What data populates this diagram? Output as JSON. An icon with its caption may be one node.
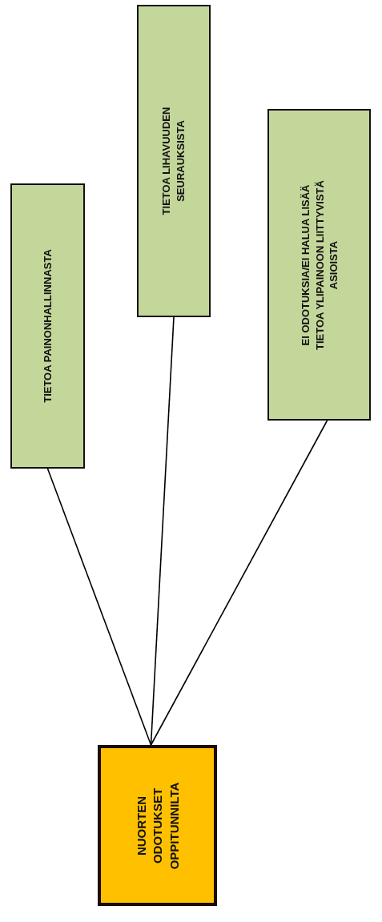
{
  "diagram": {
    "nodes": [
      {
        "text": [
          "NUORTEN ODOTUKSET OPPITUNNILTA"
        ]
      },
      {
        "text": [
          "TIETOA PAINONHALLINNASTA"
        ]
      },
      {
        "text": [
          "TIETOA LIHAVUUDEN SEURAUKSISTA"
        ]
      },
      {
        "text": [
          "EI ODOTUKSIA/EI HALUA LISÄÄ TIETOA YLIPAINOON LIITTYVISTÄ ASIOISTA"
        ]
      }
    ],
    "edges": [
      {
        "from": 0,
        "to": 1,
        "arrow": "none"
      },
      {
        "from": 0,
        "to": 2,
        "arrow": "none"
      },
      {
        "from": 0,
        "to": 3,
        "arrow": "none"
      }
    ]
  }
}
